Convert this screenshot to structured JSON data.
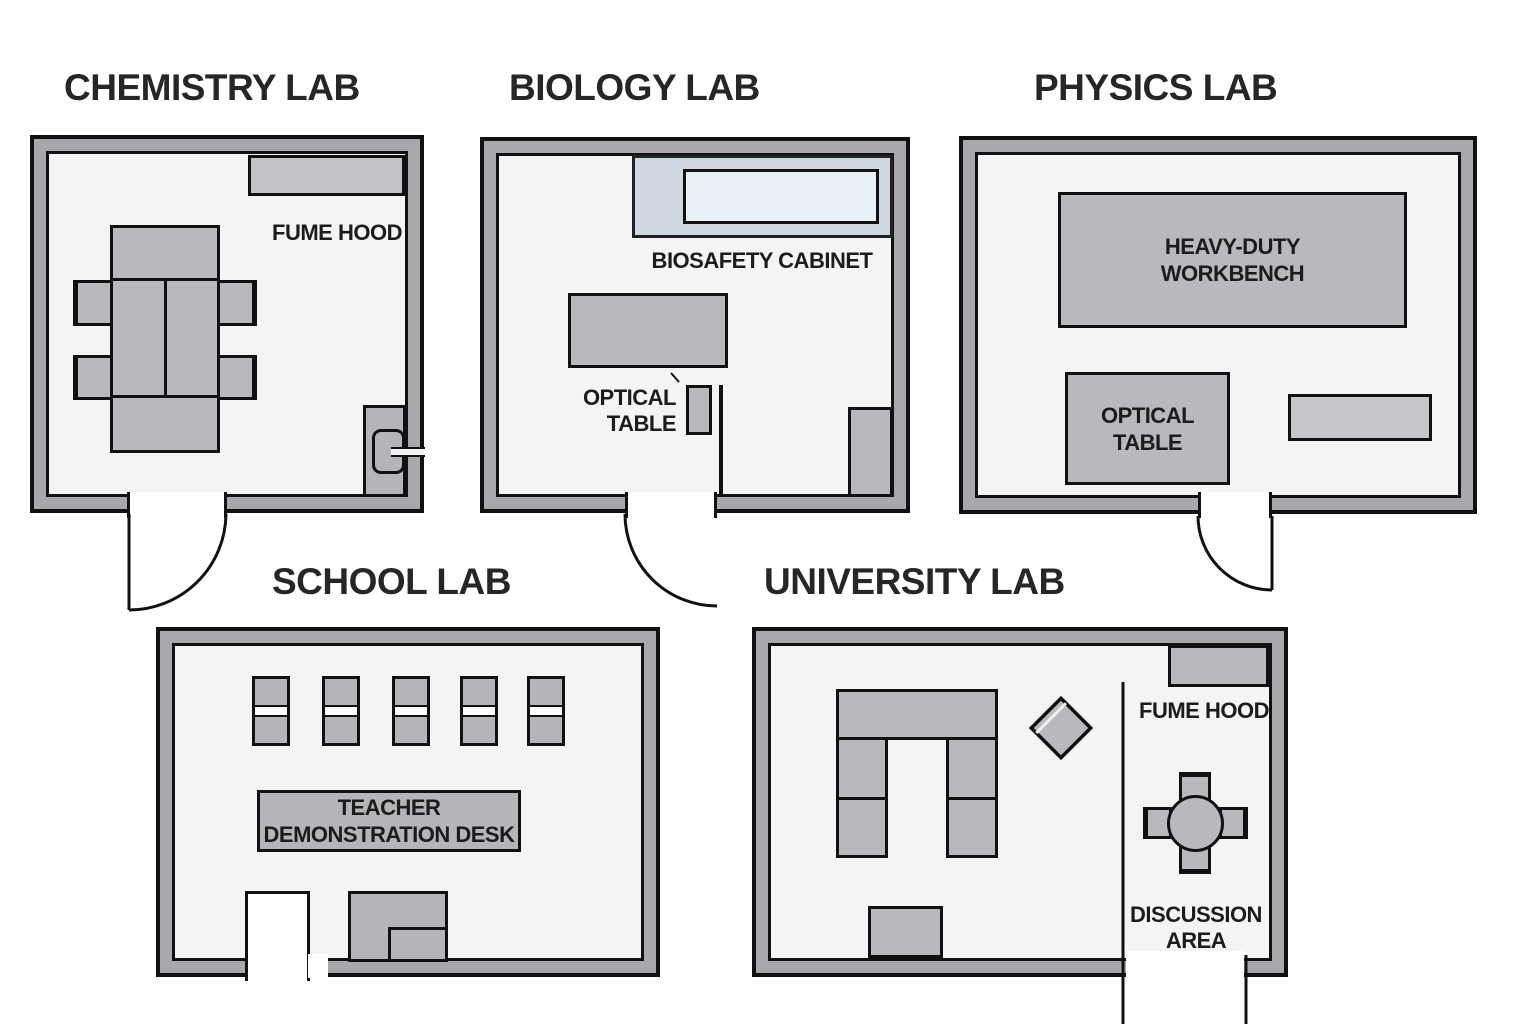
{
  "labs": {
    "chemistry": {
      "title": "CHEMISTRY LAB",
      "fume_hood": "FUME HOOD"
    },
    "biology": {
      "title": "BIOLOGY LAB",
      "biosafety_cabinet": "BIOSAFETY CABINET",
      "optical_table_line1": "OPTICAL",
      "optical_table_line2": "TABLE"
    },
    "physics": {
      "title": "PHYSICS LAB",
      "workbench_line1": "HEAVY-DUTY",
      "workbench_line2": "WORKBENCH",
      "optical_table_line1": "OPTICAL",
      "optical_table_line2": "TABLE"
    },
    "school": {
      "title": "SCHOOL LAB",
      "teacher_desk_line1": "TEACHER",
      "teacher_desk_line2": "DEMONSTRATION DESK"
    },
    "university": {
      "title": "UNIVERSITY LAB",
      "fume_hood": "FUME HOOD",
      "discussion_line1": "DISCUSSION",
      "discussion_line2": "AREA"
    }
  },
  "colors": {
    "wall": "#a9a9ad",
    "floor": "#f4f4f4",
    "furniture": "#b9b9bd",
    "counter": "#c4c4c8",
    "biosafety_outer": "#cfd8e0",
    "biosafety_inner": "#e8f1f7",
    "outline": "#111111",
    "title_text": "#262626",
    "label_text": "#1c1c1c"
  }
}
